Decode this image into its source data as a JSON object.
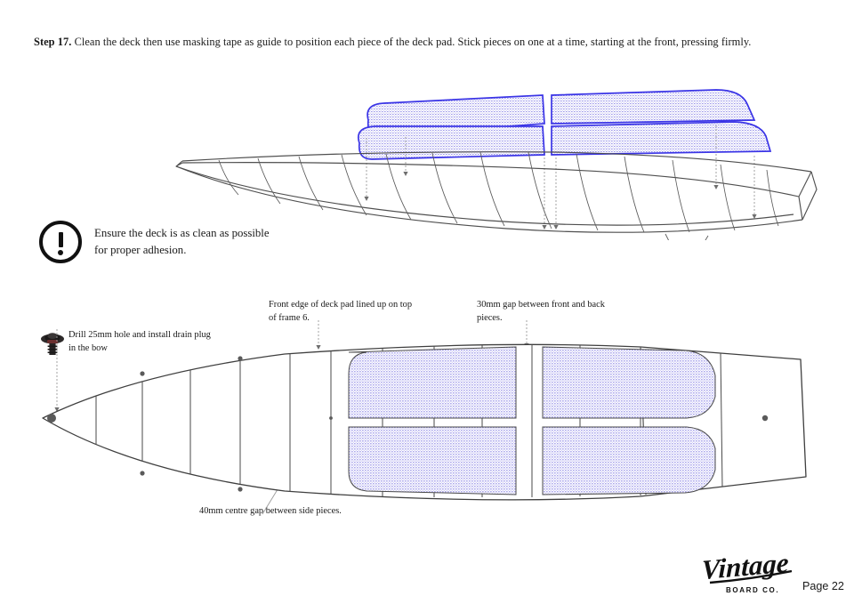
{
  "document": {
    "page_number_label": "Page 22",
    "brand_name": "Vintage",
    "brand_subtitle": "BOARD CO."
  },
  "step": {
    "label": "Step 17.",
    "body": "Clean the deck then use masking tape as guide to position each piece of the deck pad. Stick  pieces on one at a time, starting at the front,  pressing firmly."
  },
  "note": {
    "icon": "exclamation-circle-icon",
    "text": "Ensure the deck is as clean as possible for proper adhesion."
  },
  "callouts": {
    "front_edge": "Front edge of deck pad lined up on top of frame 6.",
    "gap_front_back": "30mm gap between front and back pieces.",
    "centre_gap": "40mm centre gap between side pieces.",
    "drain_plug": "Drill 25mm hole and install drain plug in the bow"
  },
  "colors": {
    "pad_outline": "#3a34e6",
    "pad_fill": "#8f8ae8",
    "hull_line": "#4a4a4a",
    "ink": "#1a1a1a",
    "paper": "#ffffff",
    "leader_line": "#8a8a8a",
    "screw_dot": "#5a5a5a"
  },
  "side_view": {
    "name": "boat-side-perspective-view",
    "pad_pieces": 4,
    "frame_lines": 13,
    "placement_arrows": 5,
    "has_skeg": true
  },
  "plan_view": {
    "name": "boat-plan-top-view",
    "pad_pieces": 4,
    "pad_layout": "2 front + 2 back, split down centreline",
    "frame_lines": 13,
    "screw_dots": 9,
    "bow": "left-pointed",
    "stern": "right-transom"
  },
  "measurements": {
    "drain_hole_diameter": "25mm",
    "front_back_gap": "30mm",
    "centre_gap": "40mm",
    "front_edge_frame": "frame 6"
  }
}
